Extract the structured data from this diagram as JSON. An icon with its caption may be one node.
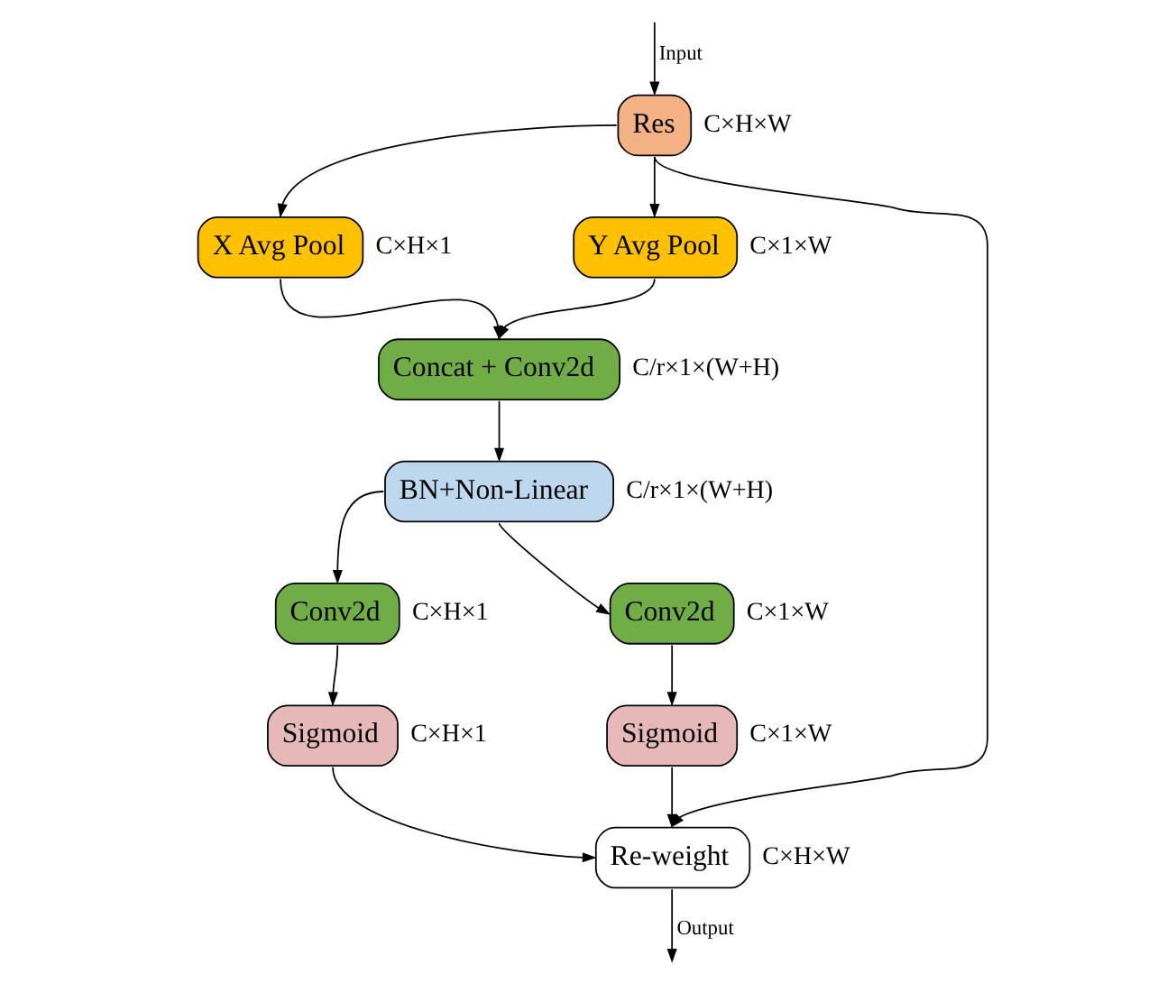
{
  "diagram": {
    "nodes": [
      {
        "text": [
          "Res"
        ],
        "beside": [
          "C×H×W"
        ]
      },
      {
        "text": [
          "X Avg Pool"
        ],
        "beside": [
          "C×H×1"
        ]
      },
      {
        "text": [
          "Y Avg Pool"
        ],
        "beside": [
          "C×1×W"
        ]
      },
      {
        "text": [
          "Concat + Conv2d"
        ],
        "beside": [
          "C/r×1×(W+H)"
        ]
      },
      {
        "text": [
          "BN+Non-Linear"
        ],
        "beside": [
          "C/r×1×(W+H)"
        ]
      },
      {
        "text": [
          "Conv2d"
        ],
        "beside": [
          "C×H×1"
        ]
      },
      {
        "text": [
          "Conv2d"
        ],
        "beside": [
          "C×1×W"
        ]
      },
      {
        "text": [
          "Sigmoid"
        ],
        "beside": [
          "C×H×1"
        ]
      },
      {
        "text": [
          "Sigmoid"
        ],
        "beside": [
          "C×1×W"
        ]
      },
      {
        "text": [
          "Re-weight"
        ],
        "beside": [
          "C×H×W"
        ]
      }
    ],
    "edges": [
      {
        "from": null,
        "to": 0,
        "arrow": "to",
        "label": "Input"
      },
      {
        "from": 0,
        "to": 1,
        "arrow": "to"
      },
      {
        "from": 0,
        "to": 2,
        "arrow": "to"
      },
      {
        "from": 0,
        "to": 9,
        "arrow": "to"
      },
      {
        "from": 1,
        "to": 3,
        "arrow": "to"
      },
      {
        "from": 2,
        "to": 3,
        "arrow": "to"
      },
      {
        "from": 3,
        "to": 4,
        "arrow": "to"
      },
      {
        "from": 4,
        "to": 5,
        "arrow": "to"
      },
      {
        "from": 4,
        "to": 6,
        "arrow": "to"
      },
      {
        "from": 5,
        "to": 7,
        "arrow": "to"
      },
      {
        "from": 6,
        "to": 8,
        "arrow": "to"
      },
      {
        "from": 7,
        "to": 9,
        "arrow": "to"
      },
      {
        "from": 8,
        "to": 9,
        "arrow": "to"
      },
      {
        "from": 9,
        "to": null,
        "arrow": "to",
        "label": "Output"
      }
    ]
  }
}
